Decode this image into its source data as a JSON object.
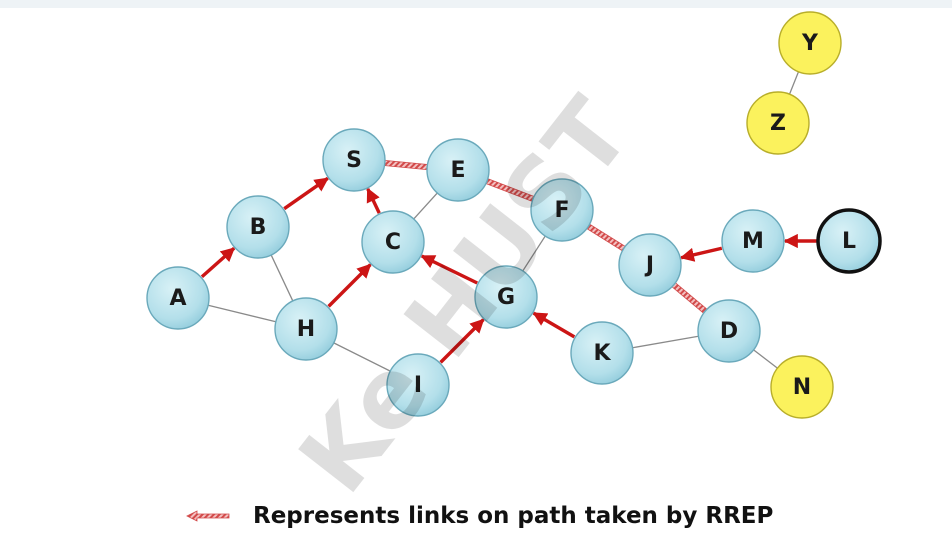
{
  "watermark": "Ke HUST",
  "legend": {
    "label": "Represents links on path taken by RREP"
  },
  "colors": {
    "node_blue": "#b9e2ec",
    "node_yellow": "#fbf25d",
    "arrow_red": "#cc1515",
    "rrep_link": "#d24a4a",
    "plain_link": "#8a8a8a"
  },
  "nodes": [
    {
      "id": "A",
      "label": "A",
      "kind": "blue"
    },
    {
      "id": "B",
      "label": "B",
      "kind": "blue"
    },
    {
      "id": "S",
      "label": "S",
      "kind": "blue"
    },
    {
      "id": "E",
      "label": "E",
      "kind": "blue"
    },
    {
      "id": "C",
      "label": "C",
      "kind": "blue"
    },
    {
      "id": "F",
      "label": "F",
      "kind": "blue"
    },
    {
      "id": "H",
      "label": "H",
      "kind": "blue"
    },
    {
      "id": "G",
      "label": "G",
      "kind": "blue"
    },
    {
      "id": "I",
      "label": "I",
      "kind": "blue"
    },
    {
      "id": "K",
      "label": "K",
      "kind": "blue"
    },
    {
      "id": "J",
      "label": "J",
      "kind": "blue"
    },
    {
      "id": "M",
      "label": "M",
      "kind": "blue"
    },
    {
      "id": "L",
      "label": "L",
      "kind": "blue-bold"
    },
    {
      "id": "D",
      "label": "D",
      "kind": "blue"
    },
    {
      "id": "N",
      "label": "N",
      "kind": "yellow"
    },
    {
      "id": "Y",
      "label": "Y",
      "kind": "yellow"
    },
    {
      "id": "Z",
      "label": "Z",
      "kind": "yellow"
    }
  ],
  "edges": [
    {
      "from": "A",
      "to": "B",
      "type": "arrow"
    },
    {
      "from": "B",
      "to": "S",
      "type": "arrow"
    },
    {
      "from": "C",
      "to": "S",
      "type": "arrow"
    },
    {
      "from": "H",
      "to": "C",
      "type": "arrow"
    },
    {
      "from": "I",
      "to": "G",
      "type": "arrow"
    },
    {
      "from": "G",
      "to": "C",
      "type": "arrow"
    },
    {
      "from": "K",
      "to": "G",
      "type": "arrow"
    },
    {
      "from": "M",
      "to": "J",
      "type": "arrow"
    },
    {
      "from": "L",
      "to": "M",
      "type": "arrow"
    },
    {
      "from": "E",
      "to": "S",
      "type": "rrep"
    },
    {
      "from": "F",
      "to": "E",
      "type": "rrep"
    },
    {
      "from": "J",
      "to": "F",
      "type": "rrep"
    },
    {
      "from": "D",
      "to": "J",
      "type": "rrep"
    },
    {
      "from": "A",
      "to": "H",
      "type": "plain"
    },
    {
      "from": "B",
      "to": "H",
      "type": "plain"
    },
    {
      "from": "H",
      "to": "I",
      "type": "plain"
    },
    {
      "from": "C",
      "to": "E",
      "type": "plain"
    },
    {
      "from": "G",
      "to": "F",
      "type": "plain"
    },
    {
      "from": "K",
      "to": "D",
      "type": "plain"
    },
    {
      "from": "D",
      "to": "N",
      "type": "plain"
    },
    {
      "from": "Y",
      "to": "Z",
      "type": "plain"
    }
  ]
}
